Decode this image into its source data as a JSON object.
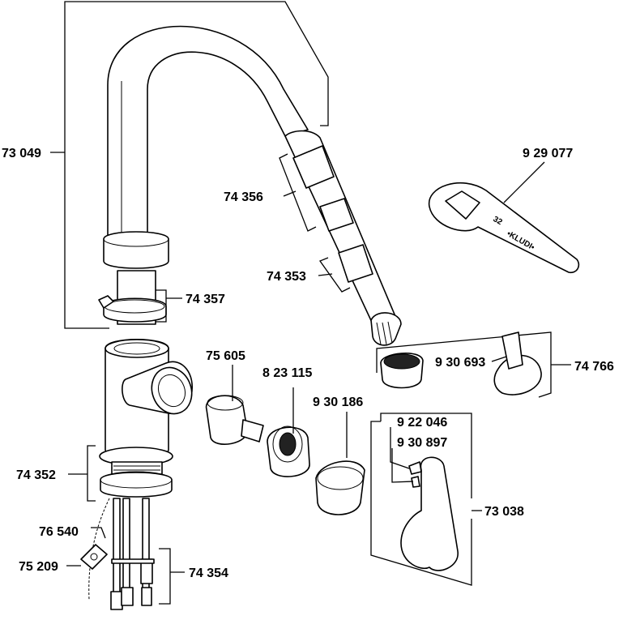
{
  "labels": {
    "spout": "73 049",
    "hose_upper": "74 356",
    "hose_lower": "74 353",
    "clip": "74 357",
    "cartridge": "75 605",
    "cartridge_nut": "8 23 115",
    "cover_cap": "9 30 186",
    "wrench": "9 29 077",
    "aerator_key": "9 30 693",
    "aerator_set": "74 766",
    "screw_cap": "9 22 046",
    "set_screw": "9 30 897",
    "handle": "73 038",
    "mounting_set": "74 352",
    "hose_a": "76 540",
    "weight": "75 209",
    "supply_hoses": "74 354"
  },
  "wrench_stamp": {
    "size": "32",
    "brand": "•KLUDI•"
  }
}
